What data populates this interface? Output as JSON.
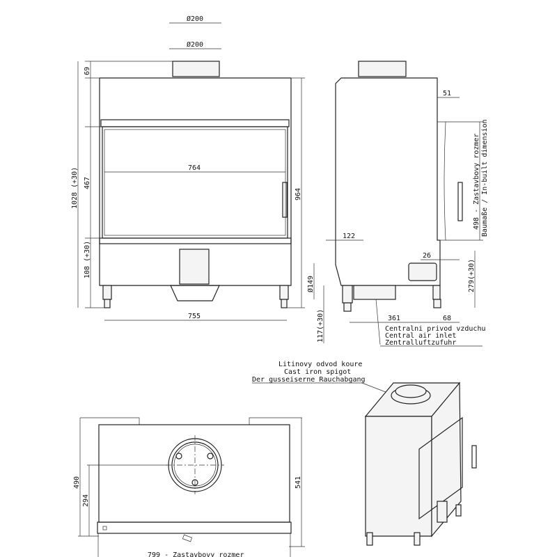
{
  "front_view": {
    "spigot_dia_top": "Ø200",
    "spigot_dia": "Ø200",
    "dim_69": "69",
    "dim_total_height": "1028 (+30)",
    "dim_467": "467",
    "dim_764": "764",
    "dim_964": "964",
    "dim_108": "108 (+30)",
    "dim_755": "755"
  },
  "side_view": {
    "dim_51": "51",
    "dim_498_line1": "498 - Zastavbovy rozmer",
    "dim_498_line2": "Baumaße / In-built dimension",
    "dim_122": "122",
    "dim_26": "26",
    "dim_dia149": "Ø149",
    "dim_279": "279(+30)",
    "dim_361": "361",
    "dim_68": "68",
    "dim_117": "117(+30)",
    "air_inlet": [
      "Centralni privod vzduchu",
      "Central air inlet",
      "Zentralluftzufuhr"
    ]
  },
  "top_view": {
    "dim_490": "490",
    "dim_294": "294",
    "dim_541": "541",
    "dim_799": "799 - Zastavbovy rozmer"
  },
  "iso_view": {
    "spigot_label": [
      "Litinovy odvod koure",
      "Cast iron spigot",
      "Der gusseiserne Rauchabgang"
    ]
  }
}
